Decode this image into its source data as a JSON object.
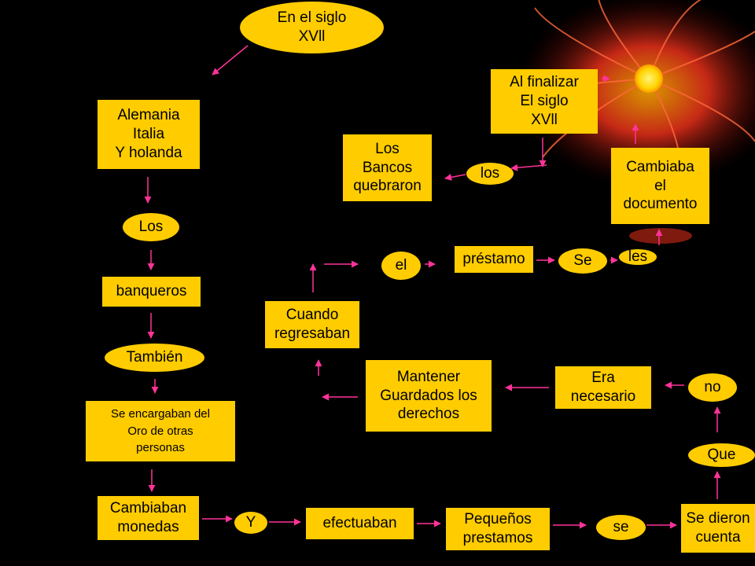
{
  "colors": {
    "background": "#000000",
    "node_fill": "#FFCC00",
    "node_text": "#000000",
    "arrow": "#FF3399",
    "sun_core": "#FFE000",
    "sun_flame": "#E8301A"
  },
  "decoration": {
    "icon": "sun-flame-icon"
  },
  "nodes": {
    "siglo_xvii": "En el siglo\nXVll",
    "alemania": "Alemania\nItalia\nY holanda",
    "los": "Los",
    "banqueros": "banqueros",
    "tambien": "También",
    "se_encargaban": "Se encargaban del\nOro de otras\npersonas",
    "cambiaban": "Cambiaban\nmonedas",
    "y": "Y",
    "efectuaban": "efectuaban",
    "pequenos": "Pequeños\nprestamos",
    "se_lower": "se",
    "se_dieron": "Se dieron\ncuenta",
    "que": "Que",
    "no": "no",
    "era_necesario": "Era\nnecesario",
    "mantener": "Mantener\nGuardados los\nderechos",
    "cuando": "Cuando\nregresaban",
    "el": "el",
    "prestamo": "préstamo",
    "se_upper": "Se",
    "les": "les",
    "cambiaba": "Cambiaba\nel\ndocumento",
    "al_finalizar": "Al finalizar\nEl siglo\nXVll",
    "los_lower": "los",
    "los_bancos": "Los\nBancos\nquebraron"
  }
}
